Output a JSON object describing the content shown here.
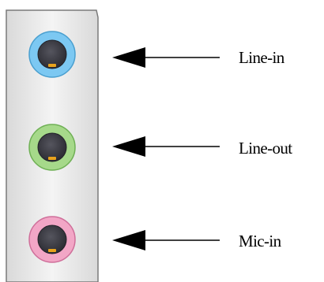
{
  "ports": [
    {
      "label": "Line-in",
      "ring_color": "#7cc8f2",
      "ring_edge": "#4a9fcf",
      "icon": "audio-jack-icon"
    },
    {
      "label": "Line-out",
      "ring_color": "#a6d98a",
      "ring_edge": "#6fb055",
      "icon": "audio-jack-icon"
    },
    {
      "label": "Mic-in",
      "ring_color": "#f2a6c6",
      "ring_edge": "#cf6f9a",
      "icon": "audio-jack-icon"
    }
  ],
  "colors": {
    "panel_face": "#d9d9d9",
    "panel_highlight": "#f4f4f4",
    "panel_edge": "#7a7a7a",
    "jack_hole": "#3a3a42",
    "jack_contact": "#e8a21c",
    "arrow": "#000000"
  }
}
